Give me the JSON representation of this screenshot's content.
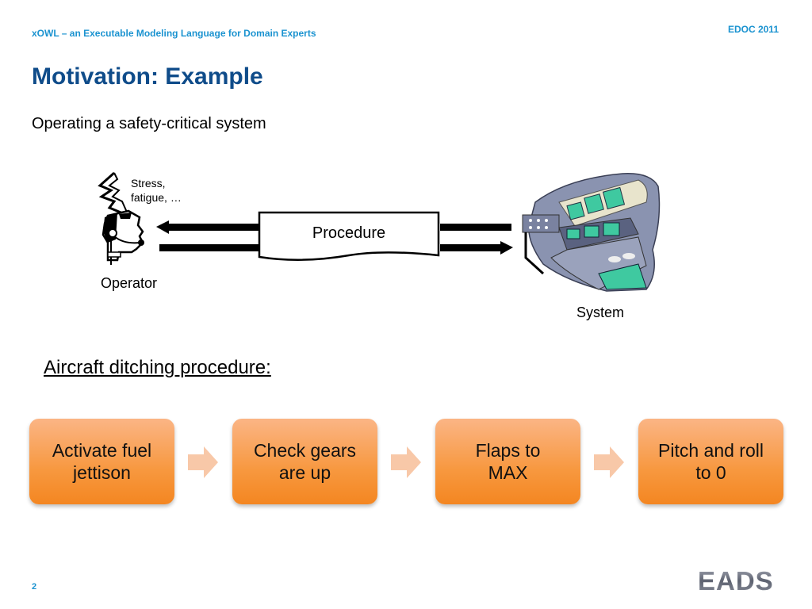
{
  "header": {
    "presentation_title": "xOWL – an Executable Modeling Language for Domain Experts",
    "conference": "EDOC 2011"
  },
  "slide": {
    "title": "Motivation: Example",
    "subtitle": "Operating a safety-critical system"
  },
  "diagram": {
    "stress_line1": "Stress,",
    "stress_line2": "fatigue, …",
    "operator_label": "Operator",
    "procedure_label": "Procedure",
    "system_label": "System",
    "icons": {
      "operator": "operator-headset-icon",
      "stress": "lightning-bolt-icon",
      "system": "control-console-icon"
    }
  },
  "procedure": {
    "heading": "Aircraft ditching procedure:",
    "steps": [
      {
        "line1": "Activate fuel",
        "line2": "jettison"
      },
      {
        "line1": "Check gears",
        "line2": "are up"
      },
      {
        "line1": "Flaps to",
        "line2": "MAX"
      },
      {
        "line1": "Pitch and roll",
        "line2": "to 0"
      }
    ],
    "step_color": "#f7983f",
    "arrow_color": "#f8c8a8"
  },
  "footer": {
    "page_number": "2",
    "logo_text": "EADS"
  }
}
